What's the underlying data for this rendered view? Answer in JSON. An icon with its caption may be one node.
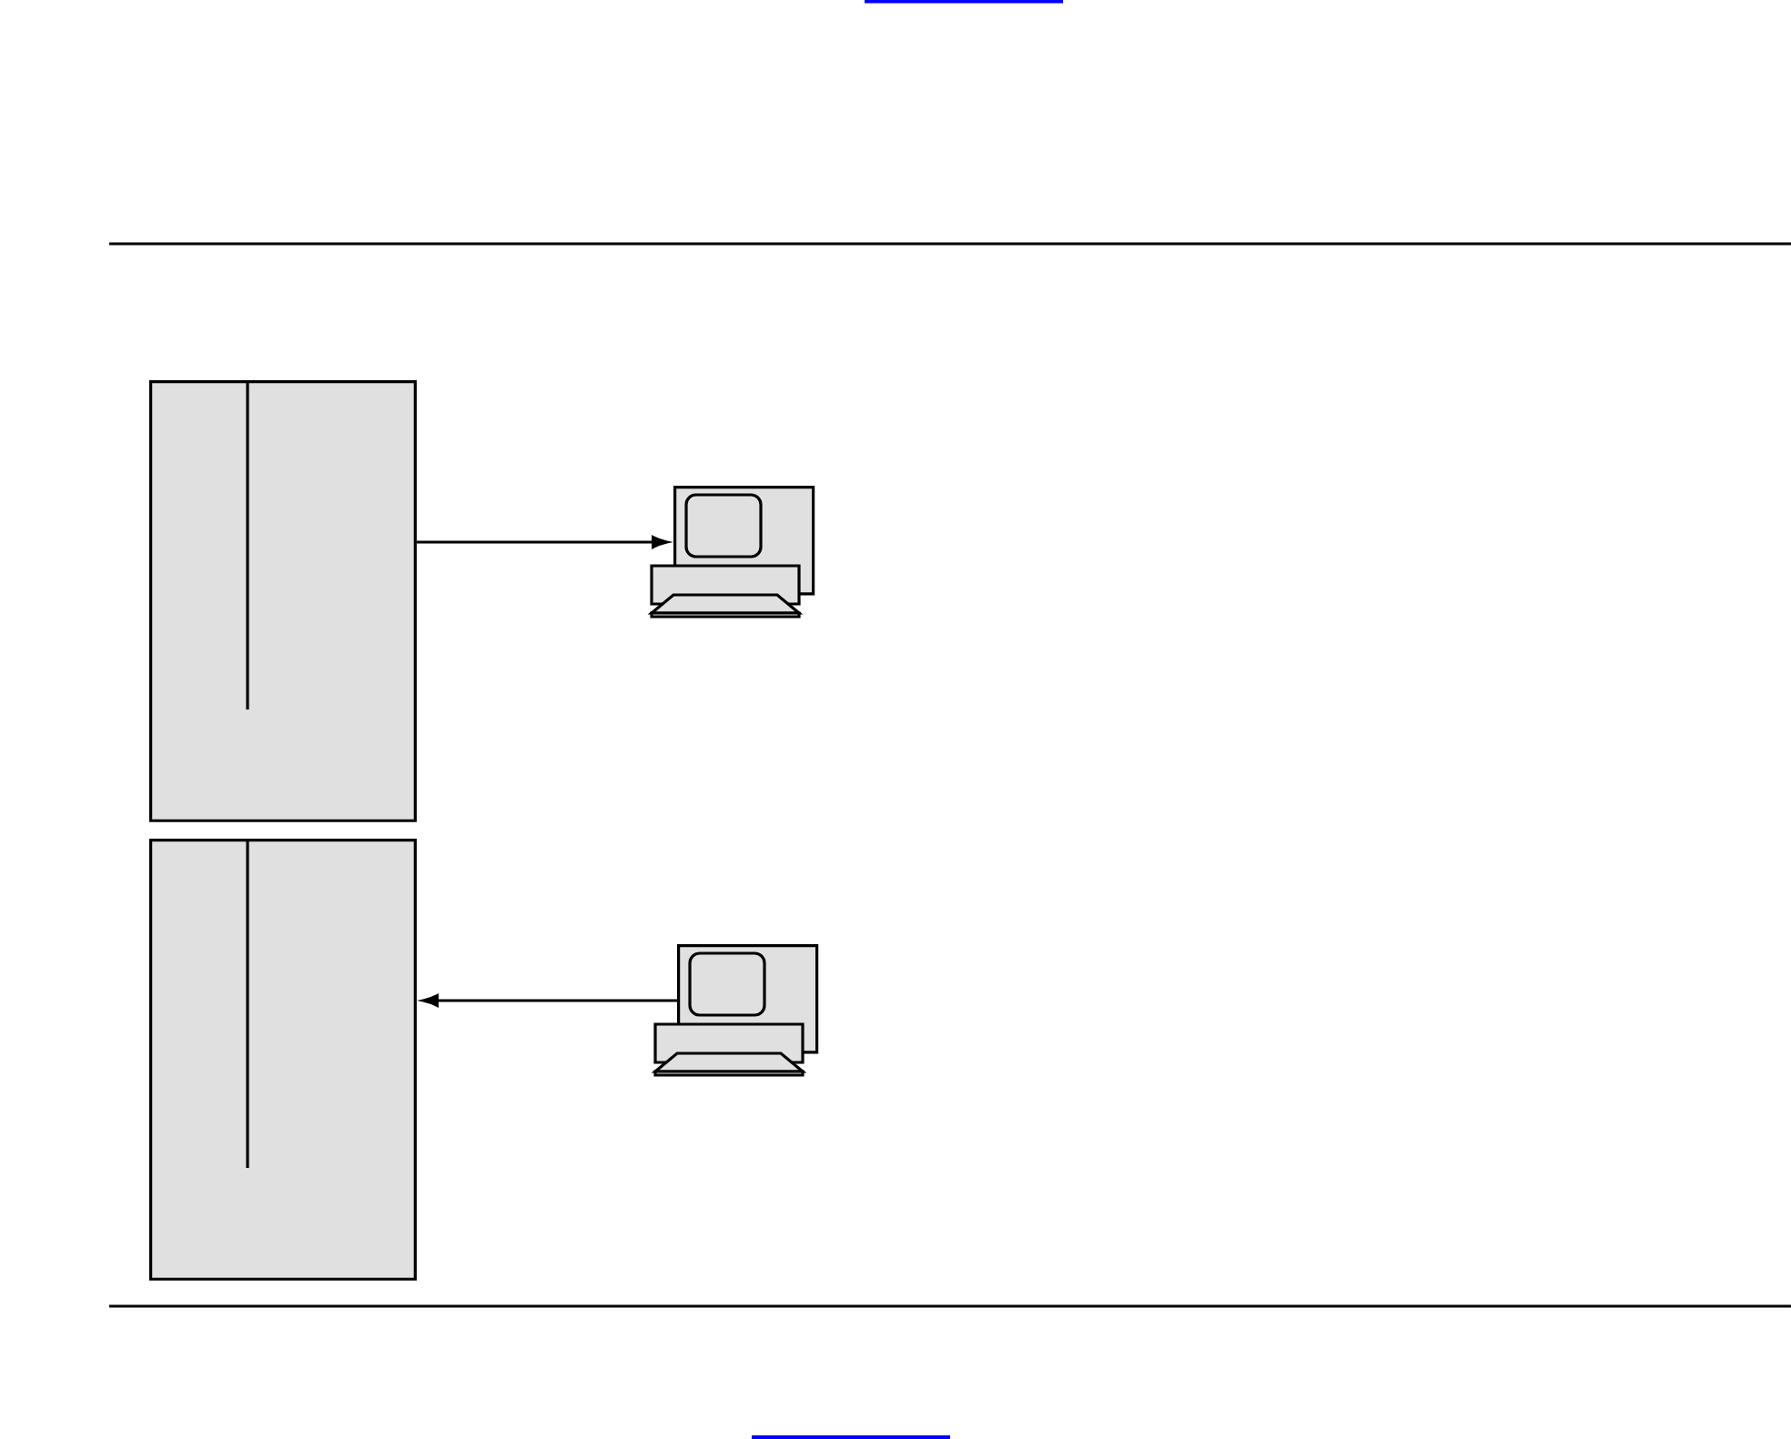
{
  "diagram": {
    "nodes": [
      {
        "text": [],
        "shape": "box"
      },
      {
        "text": [],
        "shape": "computer"
      },
      {
        "text": [],
        "shape": "box"
      },
      {
        "text": [],
        "shape": "computer"
      }
    ],
    "edges": [
      {
        "from": 0,
        "to": 1,
        "arrow": "to"
      },
      {
        "from": 3,
        "to": 2,
        "arrow": "to"
      }
    ]
  }
}
